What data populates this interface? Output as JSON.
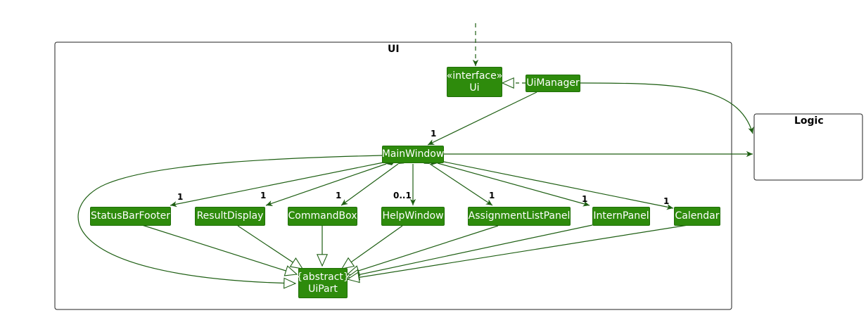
{
  "packages": {
    "ui": {
      "title": "UI"
    },
    "logic": {
      "title": "Logic"
    }
  },
  "nodes": {
    "ui_interface": {
      "stereotype": "«interface»",
      "name": "Ui"
    },
    "ui_manager": {
      "name": "UiManager"
    },
    "main_window": {
      "name": "MainWindow"
    },
    "status_bar_footer": {
      "name": "StatusBarFooter"
    },
    "result_display": {
      "name": "ResultDisplay"
    },
    "command_box": {
      "name": "CommandBox"
    },
    "help_window": {
      "name": "HelpWindow"
    },
    "assignment_list_panel": {
      "name": "AssignmentListPanel"
    },
    "intern_panel": {
      "name": "InternPanel"
    },
    "calendar": {
      "name": "Calendar"
    },
    "ui_part": {
      "stereotype": "{abstract}",
      "name": "UiPart"
    }
  },
  "multiplicities": {
    "main_window": "1",
    "status_bar_footer": "1",
    "result_display": "1",
    "command_box": "1",
    "help_window": "0..1",
    "assignment_list_panel": "1",
    "intern_panel": "1",
    "calendar": "1"
  },
  "colors": {
    "node_fill": "#2e8b0c",
    "edge": "#1d5e12"
  }
}
